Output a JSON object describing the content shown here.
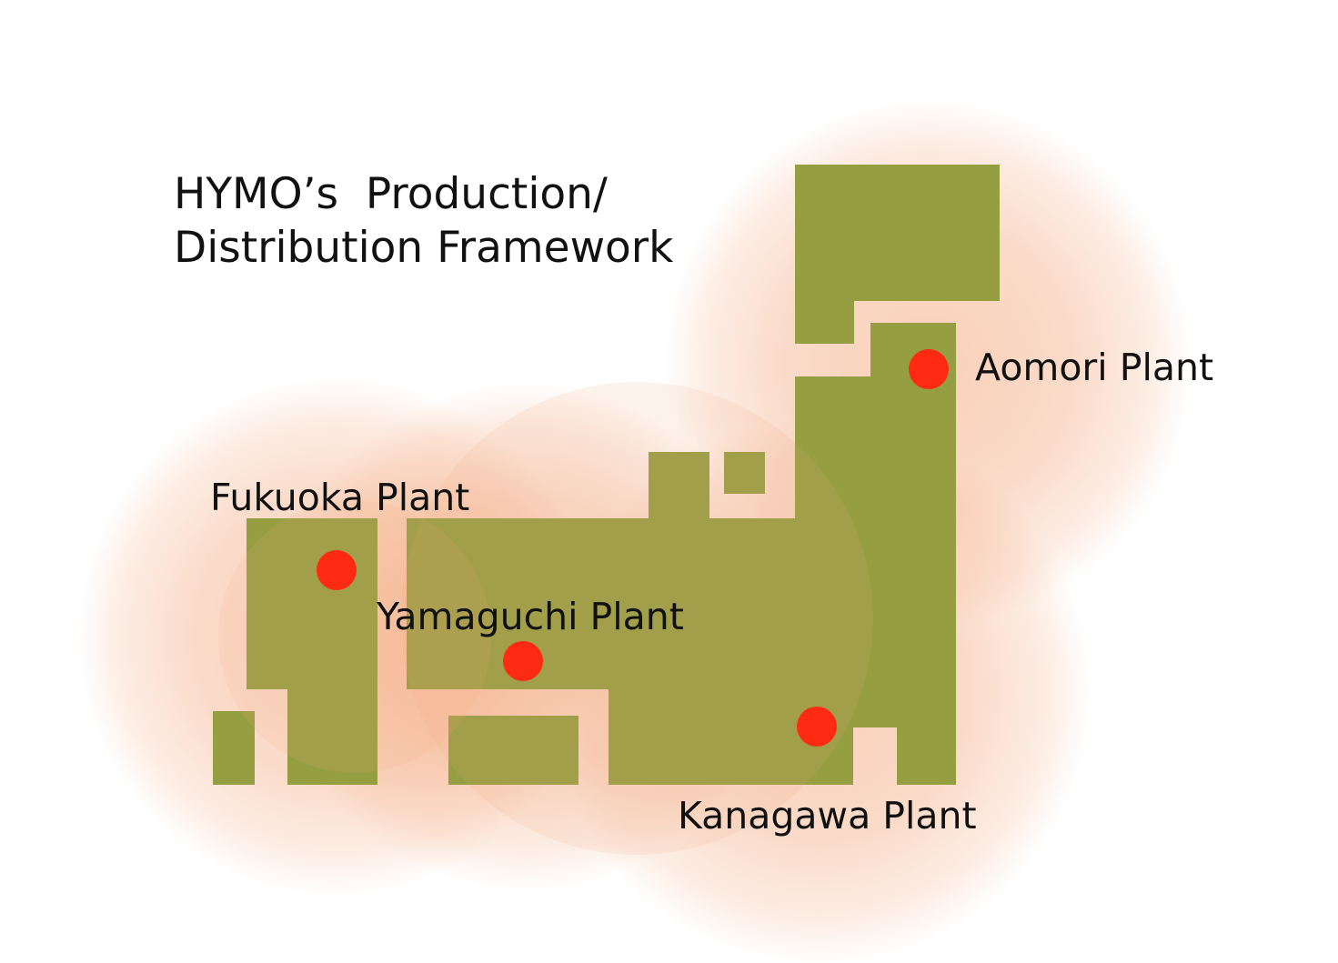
{
  "title": {
    "line1": "HYMO’s  Production/",
    "line2": "Distribution Framework"
  },
  "plants": {
    "aomori": {
      "label": "Aomori Plant"
    },
    "fukuoka": {
      "label": "Fukuoka Plant"
    },
    "yamaguchi": {
      "label": "Yamaguchi Plant"
    },
    "kanagawa": {
      "label": "Kanagawa Plant"
    }
  },
  "colors": {
    "land": "#969e42",
    "coverage_halo": "#f4a97f",
    "plant_marker": "#ff2a12",
    "text": "#111111",
    "background": "#ffffff"
  }
}
